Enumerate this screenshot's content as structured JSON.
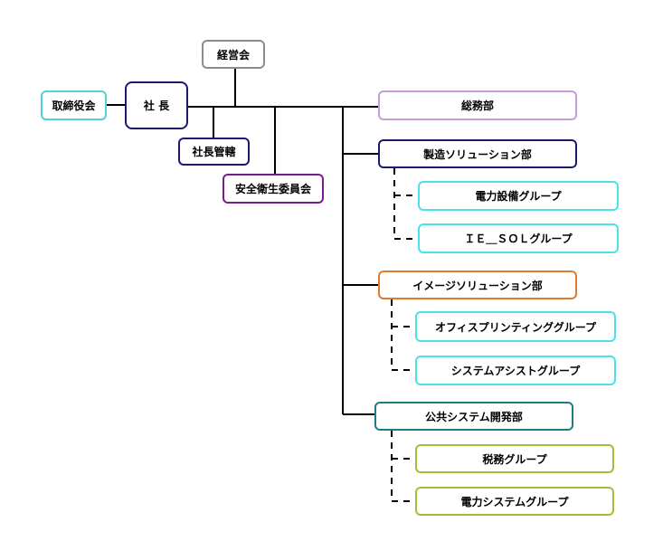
{
  "colors": {
    "navy": "#1a1a70",
    "gray": "#8c8c8c",
    "cyan": "#4fd2d6",
    "purple": "#7b1a8f",
    "lavender": "#c79bd9",
    "aqua": "#47e3e8",
    "orange": "#e07a30",
    "teal": "#1d7d80",
    "lime": "#9cc232",
    "line": "#000000"
  },
  "nodes": {
    "keieikai": "経営会",
    "torishimariyakukai": "取締役会",
    "shacho": "社 長",
    "shacho_kankatsu": "社長管轄",
    "anzen_eisei": "安全衛生委員会",
    "somubu": "総務部",
    "seizo_solution": "製造ソリューション部",
    "denryoku_setsubi": "電力設備グループ",
    "ie_sol": "ＩＥ＿ＳＯＬグループ",
    "image_solution": "イメージソリューション部",
    "office_printing": "オフィスプリンティンググループ",
    "system_assist": "システムアシストグループ",
    "kokyo_system": "公共システム開発部",
    "zeimu": "税務グループ",
    "denryoku_system": "電力システムグループ"
  }
}
